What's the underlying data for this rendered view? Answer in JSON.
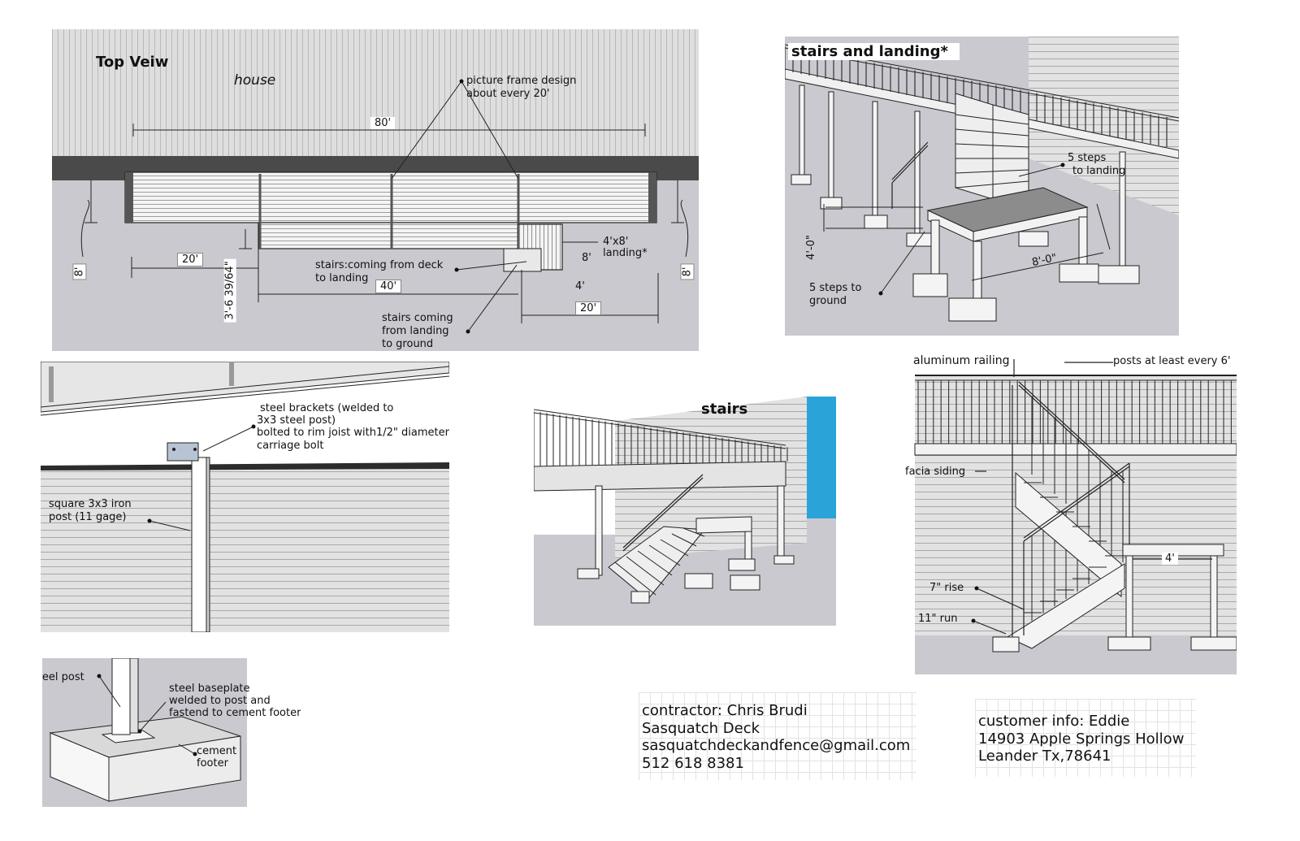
{
  "top_view": {
    "title": "Top Veiw",
    "house_label": "house",
    "picture_frame_note": [
      "picture frame design",
      "about every 20'"
    ],
    "dim_total_width": "80'",
    "dim_left_section": "20'",
    "dim_middle_section": "40'",
    "dim_right_section": "20'",
    "dim_left_depth": "8'",
    "dim_right_depth": "8'",
    "dim_step_in": "3'-6 39/64\"",
    "landing_label": [
      "4'x8'",
      "landing*"
    ],
    "landing_depth": "8'",
    "landing_width": "4'",
    "stairs_deck_to_landing": [
      "stairs:coming from deck",
      "to landing"
    ],
    "stairs_landing_to_ground": [
      "stairs coming",
      "from landing",
      "to ground"
    ]
  },
  "stairs_landing_view": {
    "title": "stairs and landing*",
    "steps_to_landing": [
      "5 steps",
      "to landing"
    ],
    "steps_to_ground": [
      "5 steps to",
      "ground"
    ],
    "landing_height": "4'-0\"",
    "landing_length": "8'-0\""
  },
  "bracket_view": {
    "bracket_note": [
      "steel brackets (welded to",
      "3x3 steel post)",
      "bolted to rim joist with1/2\" diameter",
      "carriage bolt"
    ],
    "post_note": [
      "square 3x3 iron",
      "post (11 gage)"
    ]
  },
  "stairs_view": {
    "title": "stairs"
  },
  "railing_view": {
    "railing_label": "aluminum railing",
    "posts_note": "posts at least every 6'",
    "facia_label": "facia siding",
    "landing_width": "4'",
    "rise_label": "7\" rise",
    "run_label": "11\" run"
  },
  "footer_view": {
    "steel_post": "steel post",
    "baseplate_note": [
      "steel baseplate",
      "welded to post and",
      "fastend to cement footer"
    ],
    "footer_note": [
      "cement",
      "footer"
    ]
  },
  "contractor": {
    "name": "contractor: Chris Brudi",
    "company": "Sasquatch Deck",
    "email": "sasquatchdeckandfence@gmail.com",
    "phone": "512 618 8381"
  },
  "customer": {
    "name": "customer info: Eddie",
    "address": "14903 Apple Springs Hollow",
    "city": "Leander Tx,78641"
  },
  "colors": {
    "siding": "#d8d8d8",
    "ground": "#c9c9cf",
    "house_base": "#4a4a4a",
    "sky": "#29a3d8"
  }
}
